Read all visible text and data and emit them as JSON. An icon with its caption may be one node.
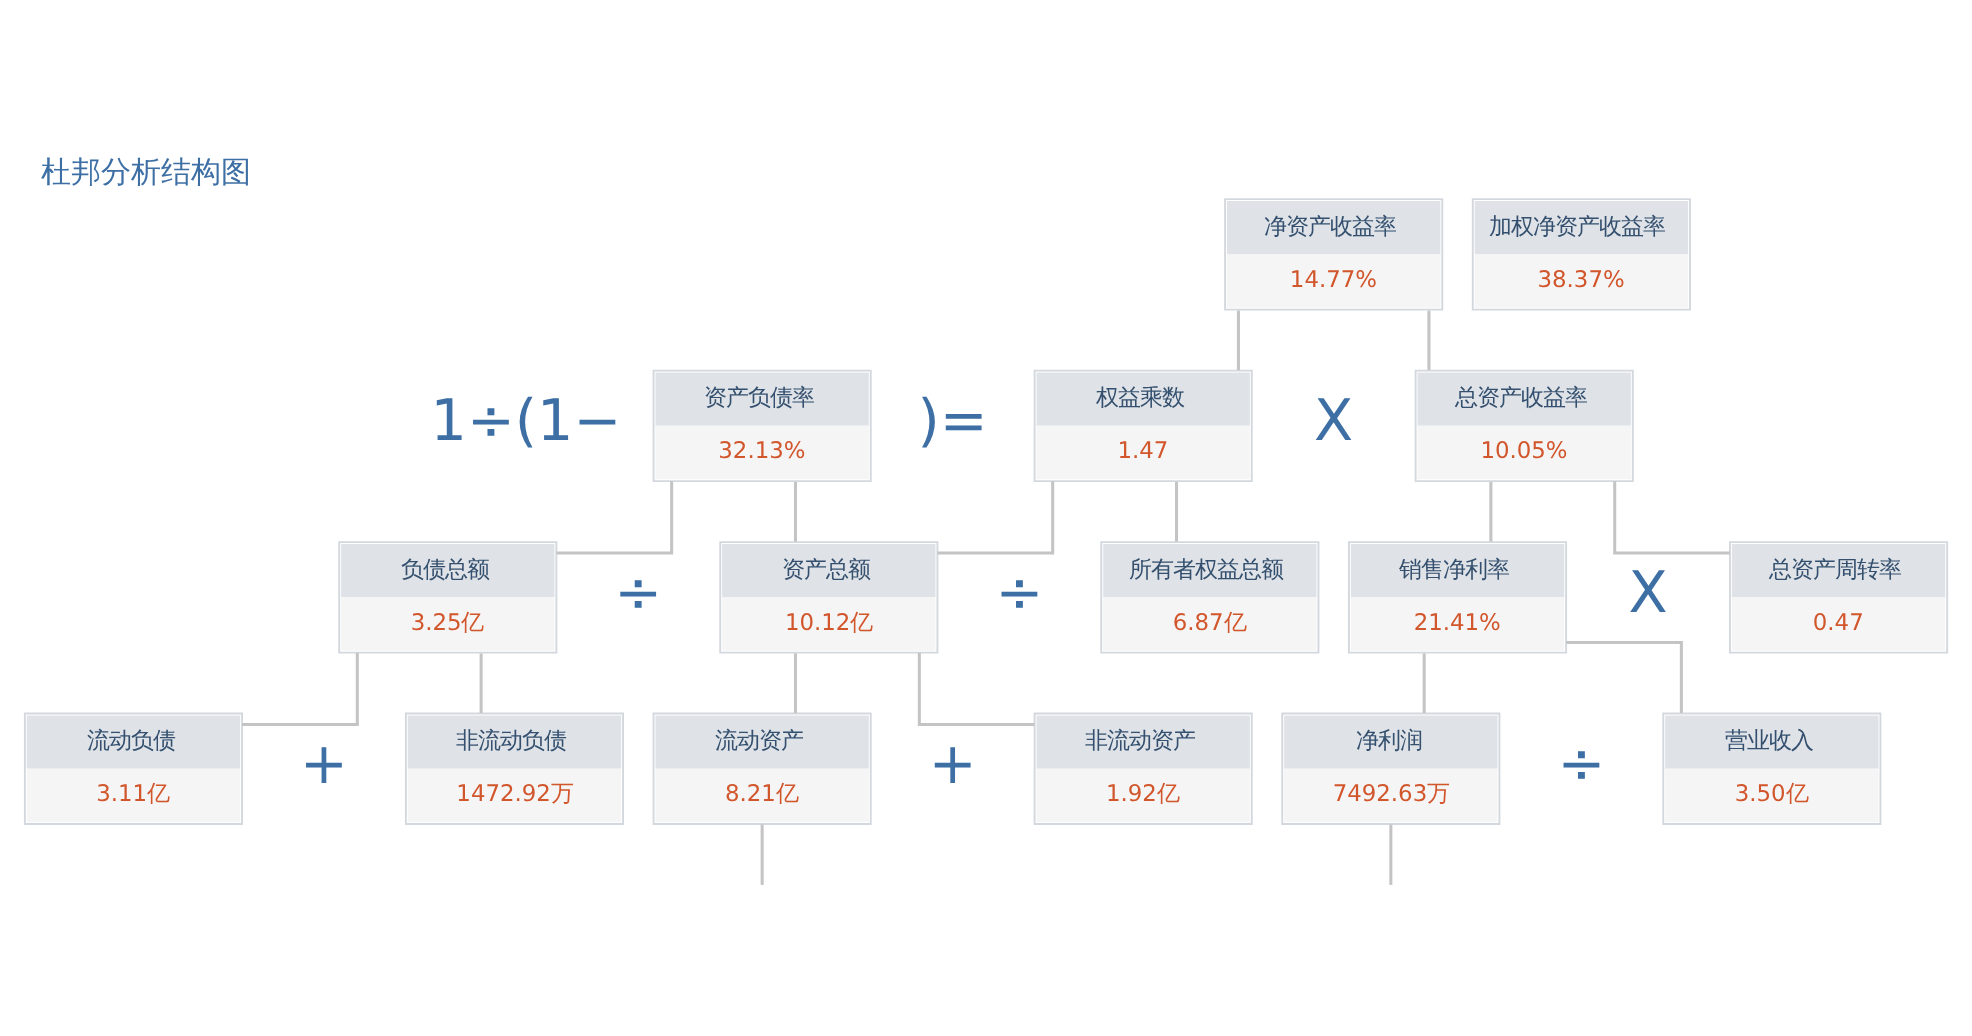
{
  "diagram": {
    "title": "杜邦分析结构图",
    "nodes": [
      {
        "text": [
          "净资产收益率",
          "14.77%"
        ]
      },
      {
        "text": [
          "加权净资产收益率",
          "38.37%"
        ]
      },
      {
        "text": [
          "资产负债率",
          "32.13%"
        ]
      },
      {
        "text": [
          "权益乘数",
          "1.47"
        ]
      },
      {
        "text": [
          "总资产收益率",
          "10.05%"
        ]
      },
      {
        "text": [
          "负债总额",
          "3.25亿"
        ]
      },
      {
        "text": [
          "资产总额",
          "10.12亿"
        ]
      },
      {
        "text": [
          "所有者权益总额",
          "6.87亿"
        ]
      },
      {
        "text": [
          "销售净利率",
          "21.41%"
        ]
      },
      {
        "text": [
          "总资产周转率",
          "0.47"
        ]
      },
      {
        "text": [
          "流动负债",
          "3.11亿"
        ]
      },
      {
        "text": [
          "非流动负债",
          "1472.92万"
        ]
      },
      {
        "text": [
          "流动资产",
          "8.21亿"
        ]
      },
      {
        "text": [
          "非流动资产",
          "1.92亿"
        ]
      },
      {
        "text": [
          "净利润",
          "7492.63万"
        ]
      },
      {
        "text": [
          "营业收入",
          "3.50亿"
        ]
      }
    ],
    "edges": [
      {
        "from": 0,
        "to": 3,
        "arrow": "none"
      },
      {
        "from": 0,
        "to": 4,
        "arrow": "none"
      },
      {
        "from": 2,
        "to": 5,
        "arrow": "none"
      },
      {
        "from": 2,
        "to": 6,
        "arrow": "none"
      },
      {
        "from": 3,
        "to": 6,
        "arrow": "none"
      },
      {
        "from": 3,
        "to": 7,
        "arrow": "none"
      },
      {
        "from": 4,
        "to": 8,
        "arrow": "none"
      },
      {
        "from": 4,
        "to": 9,
        "arrow": "none"
      },
      {
        "from": 5,
        "to": 10,
        "arrow": "none"
      },
      {
        "from": 5,
        "to": 11,
        "arrow": "none"
      },
      {
        "from": 6,
        "to": 12,
        "arrow": "none"
      },
      {
        "from": 6,
        "to": 13,
        "arrow": "none"
      },
      {
        "from": 8,
        "to": 14,
        "arrow": "none"
      },
      {
        "from": 8,
        "to": 15,
        "arrow": "none"
      },
      {
        "from": 12,
        "to": null,
        "arrow": "none"
      },
      {
        "from": 14,
        "to": null,
        "arrow": "none"
      }
    ],
    "labels": [
      "1÷(1−",
      ")=",
      "X",
      "÷",
      "÷",
      "X",
      "+",
      "+",
      "÷"
    ]
  }
}
